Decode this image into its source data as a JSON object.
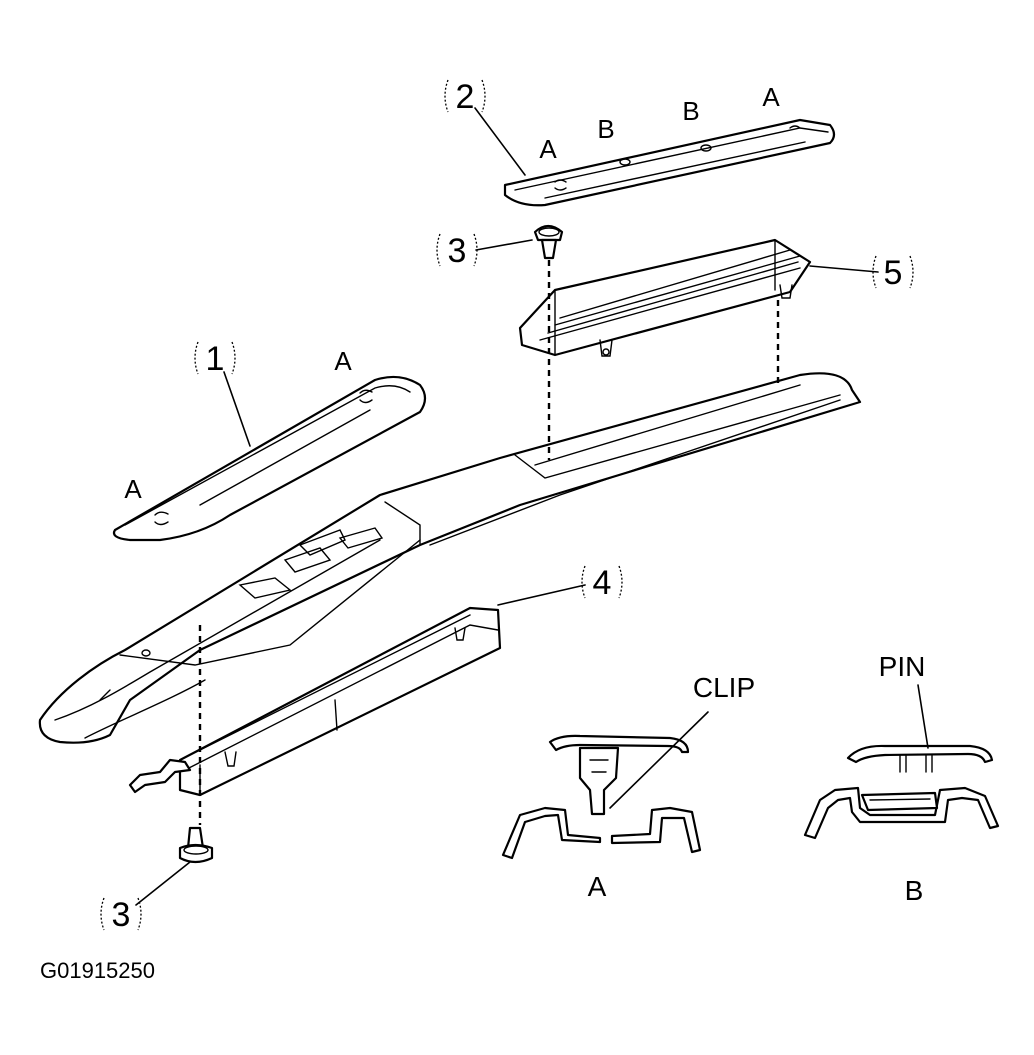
{
  "diagram": {
    "callouts": {
      "c1": "1",
      "c2": "2",
      "c3_top": "3",
      "c3_bottom": "3",
      "c4": "4",
      "c5": "5"
    },
    "location_letters": {
      "cover1_left": "A",
      "cover1_right": "A",
      "cover2_a_left": "A",
      "cover2_b_left": "B",
      "cover2_b_right": "B",
      "cover2_a_right": "A"
    },
    "detail_labels": {
      "clip": "CLIP",
      "pin": "PIN",
      "view_a": "A",
      "view_b": "B"
    },
    "figure_code": "G01915250"
  }
}
